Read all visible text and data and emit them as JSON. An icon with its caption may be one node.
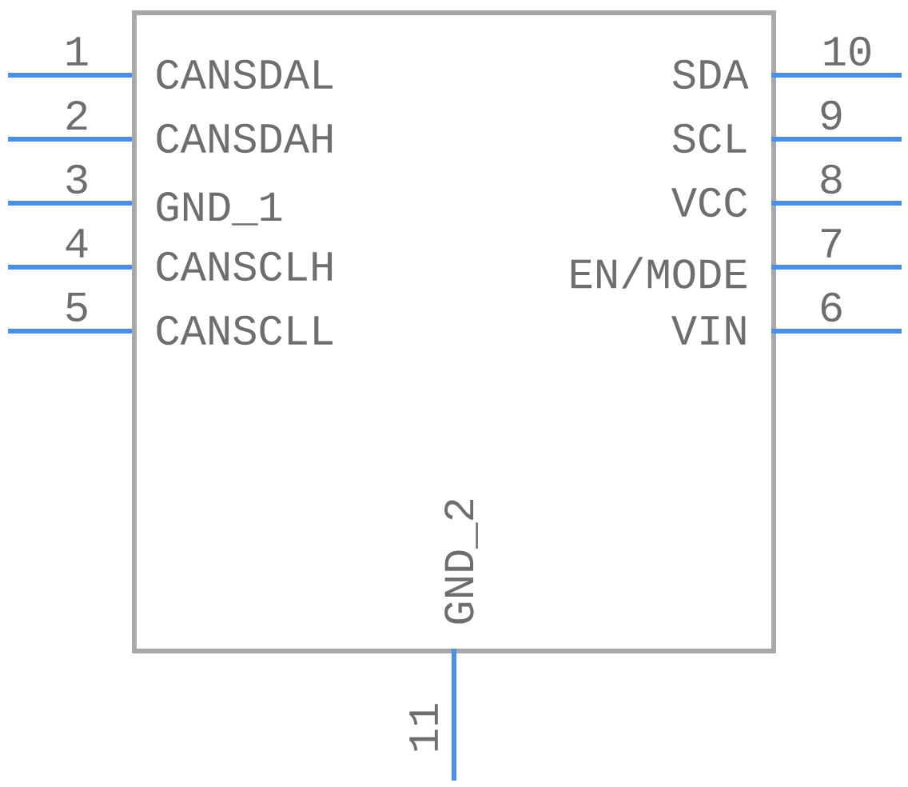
{
  "diagram": {
    "nodes": [
      {
        "text": [],
        "shape": "box"
      },
      {
        "text": [
          "CANSDAL"
        ],
        "in": 0
      },
      {
        "text": [
          "CANSDAH"
        ],
        "in": 0
      },
      {
        "text": [
          "GND_1"
        ],
        "in": 0
      },
      {
        "text": [
          "CANSCLH"
        ],
        "in": 0
      },
      {
        "text": [
          "CANSCLL"
        ],
        "in": 0
      },
      {
        "text": [
          "SDA"
        ],
        "in": 0
      },
      {
        "text": [
          "SCL"
        ],
        "in": 0
      },
      {
        "text": [
          "VCC"
        ],
        "in": 0
      },
      {
        "text": [
          "EN/MODE"
        ],
        "in": 0
      },
      {
        "text": [
          "VIN"
        ],
        "in": 0
      },
      {
        "text": [
          "GND_2"
        ],
        "in": 0
      }
    ],
    "edges": [
      {
        "from": null,
        "to": 1,
        "arrow": "none",
        "label": "1"
      },
      {
        "from": null,
        "to": 2,
        "arrow": "none",
        "label": "2"
      },
      {
        "from": null,
        "to": 3,
        "arrow": "none",
        "label": "3"
      },
      {
        "from": null,
        "to": 4,
        "arrow": "none",
        "label": "4"
      },
      {
        "from": null,
        "to": 5,
        "arrow": "none",
        "label": "5"
      },
      {
        "from": null,
        "to": 6,
        "arrow": "none",
        "label": "10"
      },
      {
        "from": null,
        "to": 7,
        "arrow": "none",
        "label": "9"
      },
      {
        "from": null,
        "to": 8,
        "arrow": "none",
        "label": "8"
      },
      {
        "from": null,
        "to": 9,
        "arrow": "none",
        "label": "7"
      },
      {
        "from": null,
        "to": 10,
        "arrow": "none",
        "label": "6"
      },
      {
        "from": null,
        "to": 11,
        "arrow": "none",
        "label": "11"
      }
    ]
  }
}
